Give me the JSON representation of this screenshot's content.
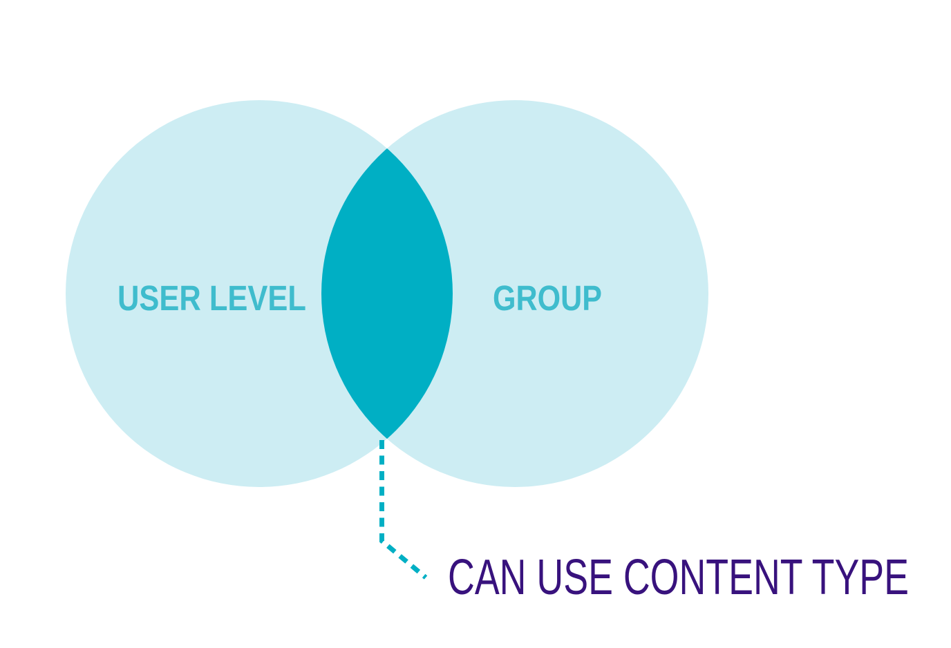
{
  "diagram": {
    "type": "venn",
    "left_circle": {
      "label": "USER LEVEL"
    },
    "right_circle": {
      "label": "GROUP"
    },
    "intersection": {
      "annotation": "CAN USE CONTENT TYPE"
    }
  },
  "colors": {
    "circle_fill": "#cdedf3",
    "overlap_fill": "#00afc4",
    "circle_label_text": "#3fbccd",
    "annotation_text": "#38127d",
    "connector": "#00afc4",
    "background": "#ffffff"
  }
}
